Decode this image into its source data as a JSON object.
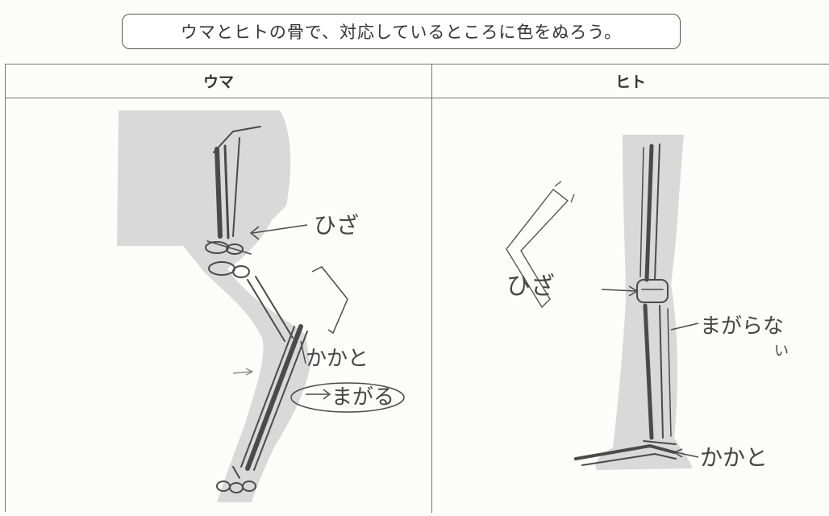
{
  "instruction": "ウマとヒトの骨で、対応しているところに色をぬろう。",
  "table": {
    "columns": [
      {
        "header": "ウマ"
      },
      {
        "header": "ヒト"
      }
    ]
  },
  "horse_drawing": {
    "labels": {
      "knee": "ひざ",
      "heel": "かかと",
      "bends": "まがる"
    }
  },
  "human_drawing": {
    "labels": {
      "knee": "ひざ",
      "no_bend": "まがらな",
      "no_bend_tail": "い",
      "heel": "かかと"
    }
  },
  "colors": {
    "shading": "#d9d9d9",
    "pencil": "#4a4a4a",
    "border": "#777777"
  }
}
